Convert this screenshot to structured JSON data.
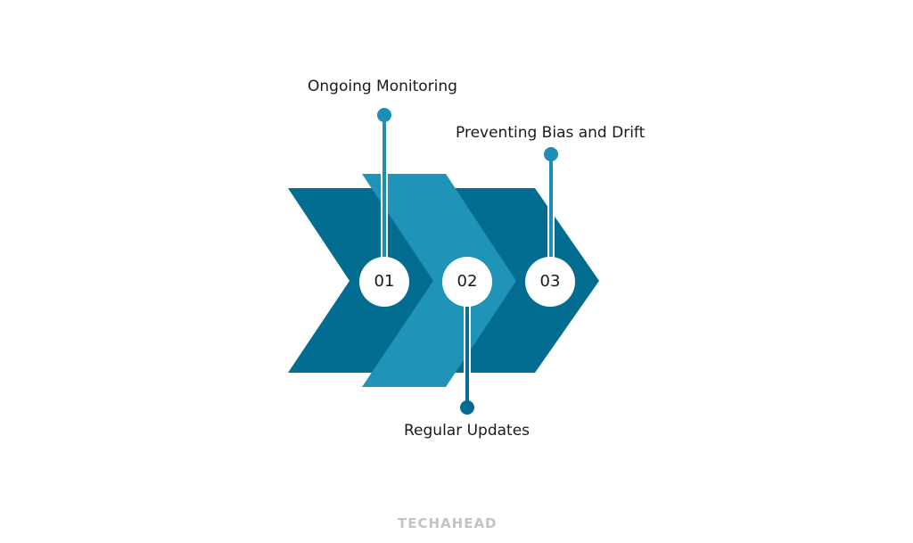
{
  "steps": [
    {
      "number": "01",
      "label": "Ongoing Monitoring"
    },
    {
      "number": "02",
      "label": "Regular Updates"
    },
    {
      "number": "03",
      "label": "Preventing Bias and Drift"
    }
  ],
  "brand": "TECHAHEAD",
  "colors": {
    "dark": "#036d91",
    "light": "#1f93b8",
    "line": "#1d8fb6"
  }
}
